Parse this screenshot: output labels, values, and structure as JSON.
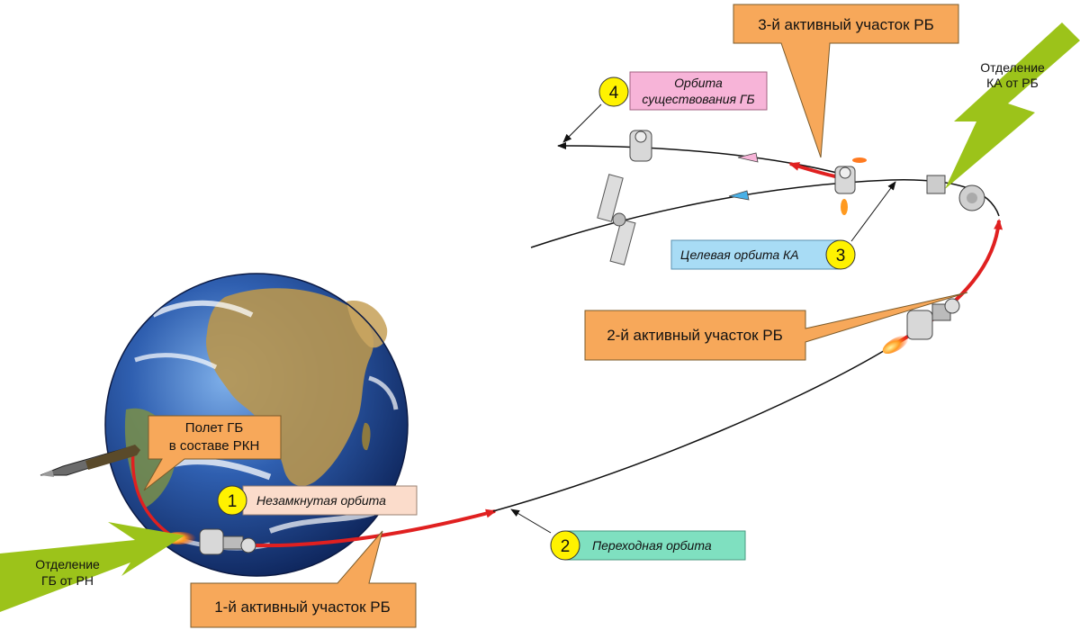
{
  "labels": {
    "flight_in_lv": "Полет ГБ в составе РКН",
    "flight_in_lv_line1": "Полет ГБ",
    "flight_in_lv_line2": "в составе РКН",
    "sep_from_lv_line1": "Отделение",
    "sep_from_lv_line2": "ГБ от РН",
    "active1": "1-й активный участок РБ",
    "active2": "2-й активный участок РБ",
    "active3": "3-й активный участок РБ",
    "sep_sc_line1": "Отделение",
    "sep_sc_line2": "КА от РБ"
  },
  "orbits": [
    {
      "number": "1",
      "name": "Незамкнутая орбита"
    },
    {
      "number": "2",
      "name": "Переходная орбита"
    },
    {
      "number": "3",
      "name": "Целевая орбита КА"
    },
    {
      "number": "4",
      "name_line1": "Орбита",
      "name_line2": "существования ГБ"
    }
  ],
  "colors": {
    "callout_orange": "#F7A85A",
    "callout_stroke": "#7a5a2a",
    "number_yellow": "#FFF200",
    "box_peach": "#FBDCCB",
    "box_green": "#7FE0C0",
    "box_blue": "#A8DCF5",
    "box_pink": "#F7B4D8",
    "green_arrow": "#9CC31A",
    "burn_red": "#E02020",
    "earth_ocean": "#2f5fb0"
  }
}
